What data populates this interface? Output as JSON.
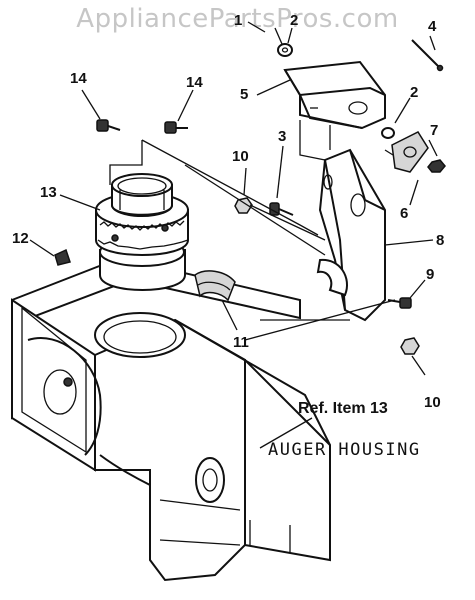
{
  "watermark": "AppliancePartsPros.com",
  "callouts": {
    "n1": "1",
    "n2a": "2",
    "n2b": "2",
    "n3": "3",
    "n4": "4",
    "n5": "5",
    "n6": "6",
    "n7": "7",
    "n8": "8",
    "n9": "9",
    "n10a": "10",
    "n10b": "10",
    "n11": "11",
    "n12": "12",
    "n13": "13",
    "n14a": "14",
    "n14b": "14"
  },
  "reference_label": "Ref. Item 13",
  "housing_label": "AUGER HOUSING"
}
